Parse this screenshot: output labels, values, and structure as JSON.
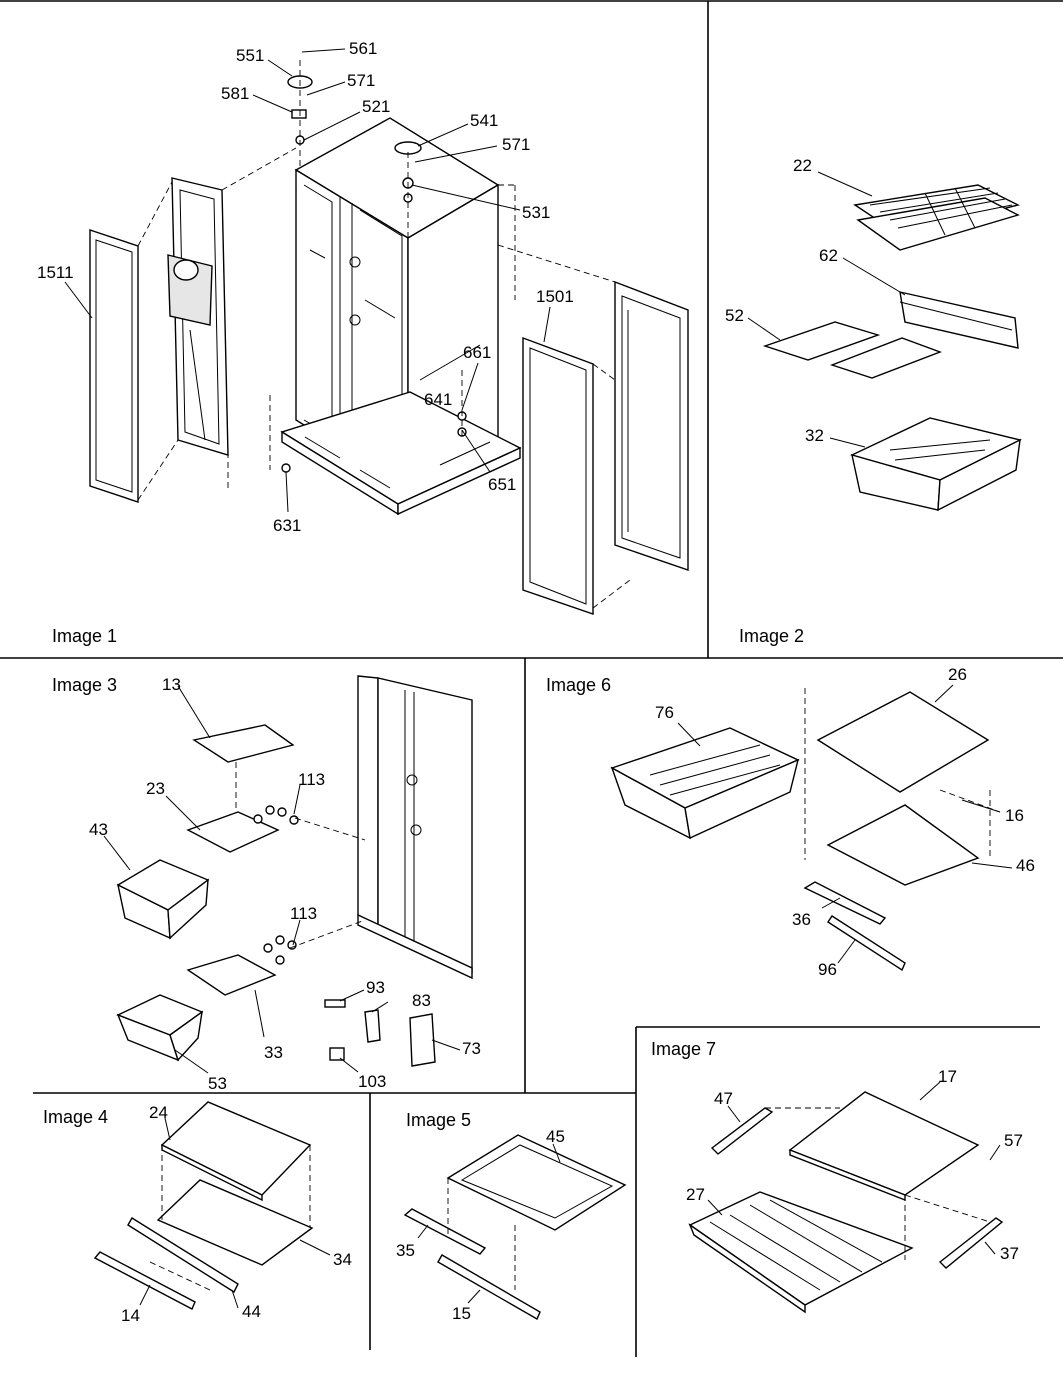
{
  "panels": [
    {
      "label": "Image 1"
    },
    {
      "label": "Image 2"
    },
    {
      "label": "Image 3"
    },
    {
      "label": "Image 4"
    },
    {
      "label": "Image 5"
    },
    {
      "label": "Image 6"
    },
    {
      "label": "Image 7"
    }
  ],
  "callouts": {
    "c561": "561",
    "c551": "551",
    "c571a": "571",
    "c581": "581",
    "c521": "521",
    "c541": "541",
    "c571b": "571",
    "c531": "531",
    "c1511": "1511",
    "c1501": "1501",
    "c661": "661",
    "c641": "641",
    "c651": "651",
    "c631": "631",
    "c22": "22",
    "c62": "62",
    "c52": "52",
    "c32": "32",
    "c13": "13",
    "c23": "23",
    "c113a": "113",
    "c43": "43",
    "c113b": "113",
    "c93": "93",
    "c83": "83",
    "c73": "73",
    "c33": "33",
    "c53": "53",
    "c103": "103",
    "c76": "76",
    "c26": "26",
    "c16": "16",
    "c46": "46",
    "c36": "36",
    "c96": "96",
    "c24": "24",
    "c34": "34",
    "c44": "44",
    "c14": "14",
    "c45": "45",
    "c35": "35",
    "c15": "15",
    "c17": "17",
    "c47": "47",
    "c57": "57",
    "c27": "27",
    "c37": "37"
  }
}
